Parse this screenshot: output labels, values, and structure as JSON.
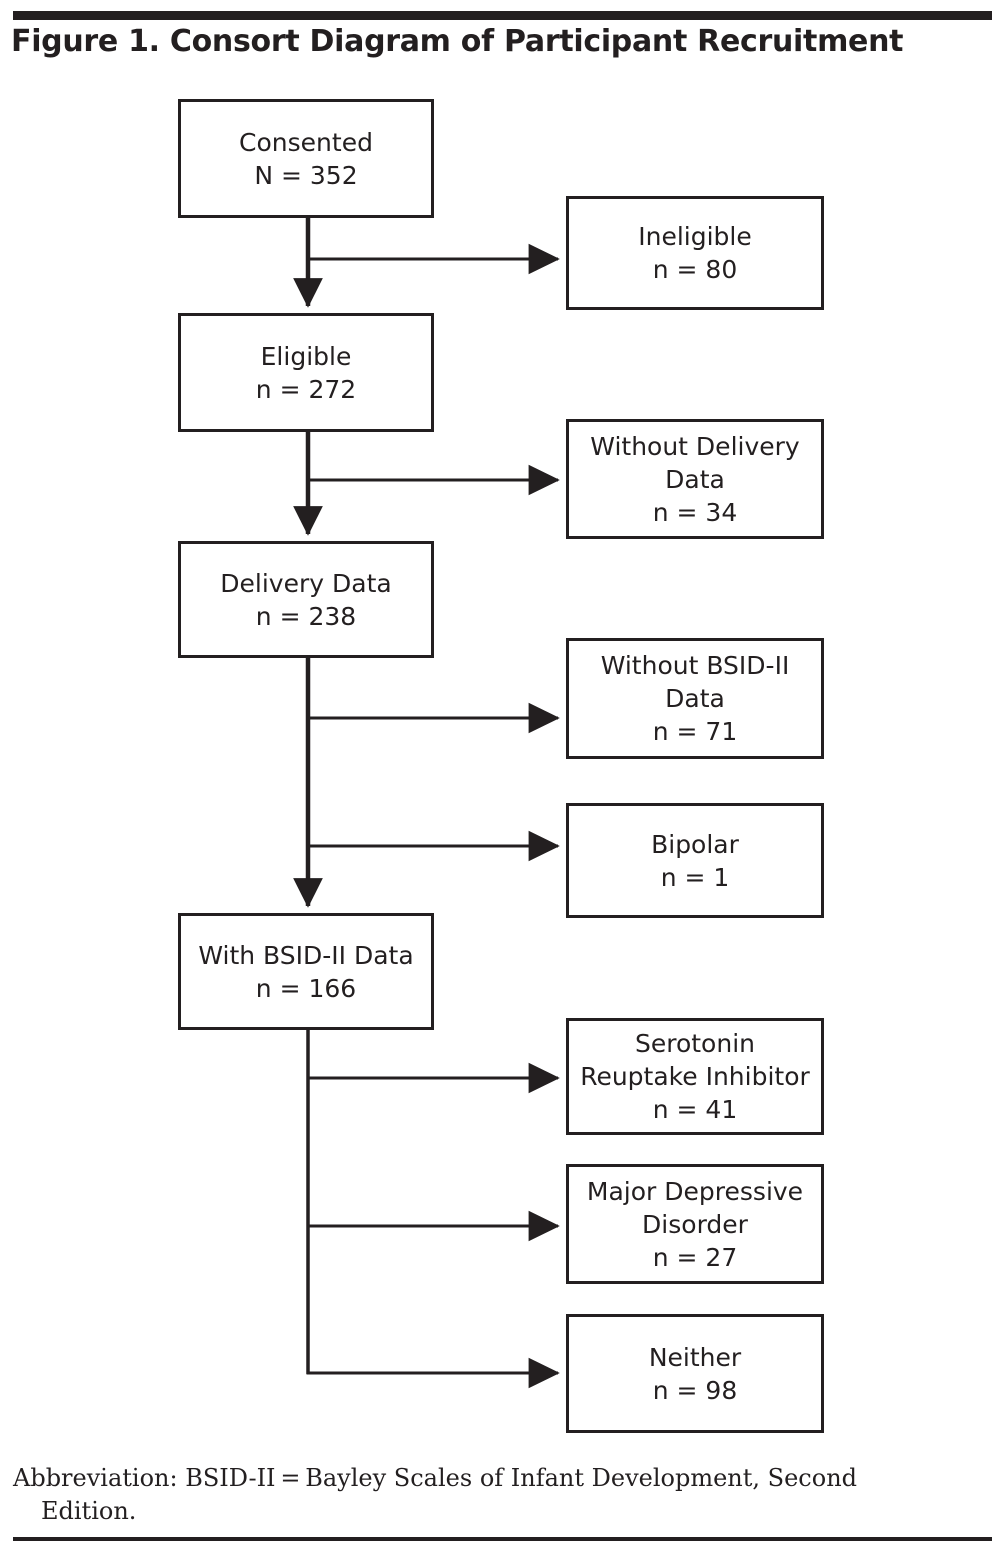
{
  "figure": {
    "title": "Figure 1. Consort Diagram of Participant Recruitment",
    "footnote_main": "Abbreviation: BSID-II = Bayley Scales of Infant Development, Second",
    "footnote_cont": "Edition."
  },
  "colors": {
    "ink": "#231f20",
    "box_fill": "#ffffff",
    "page": "#ffffff"
  },
  "chart_data": {
    "type": "diagram",
    "title": "Consort Diagram of Participant Recruitment",
    "nodes": [
      {
        "id": "consented",
        "label": "Consented",
        "count_label": "N = 352",
        "n": 352,
        "column": "main"
      },
      {
        "id": "ineligible",
        "label": "Ineligible",
        "count_label": "n = 80",
        "n": 80,
        "column": "side"
      },
      {
        "id": "eligible",
        "label": "Eligible",
        "count_label": "n = 272",
        "n": 272,
        "column": "main"
      },
      {
        "id": "nodelivery",
        "label": "Without Delivery",
        "label2": "Data",
        "count_label": "n = 34",
        "n": 34,
        "column": "side"
      },
      {
        "id": "delivery",
        "label": "Delivery Data",
        "count_label": "n = 238",
        "n": 238,
        "column": "main"
      },
      {
        "id": "nobsid",
        "label": "Without BSID-II",
        "label2": "Data",
        "count_label": "n = 71",
        "n": 71,
        "column": "side"
      },
      {
        "id": "bipolar",
        "label": "Bipolar",
        "count_label": "n = 1",
        "n": 1,
        "column": "side"
      },
      {
        "id": "withbsid",
        "label": "With BSID-II Data",
        "count_label": "n = 166",
        "n": 166,
        "column": "main"
      },
      {
        "id": "sri",
        "label": "Serotonin",
        "label2": "Reuptake Inhibitor",
        "count_label": "n = 41",
        "n": 41,
        "column": "side"
      },
      {
        "id": "mdd",
        "label": "Major Depressive",
        "label2": "Disorder",
        "count_label": "n = 27",
        "n": 27,
        "column": "side"
      },
      {
        "id": "neither",
        "label": "Neither",
        "count_label": "n = 98",
        "n": 98,
        "column": "side"
      }
    ],
    "edges": [
      {
        "from": "consented",
        "to": "ineligible",
        "kind": "branch"
      },
      {
        "from": "consented",
        "to": "eligible",
        "kind": "flow"
      },
      {
        "from": "eligible",
        "to": "nodelivery",
        "kind": "branch"
      },
      {
        "from": "eligible",
        "to": "delivery",
        "kind": "flow"
      },
      {
        "from": "delivery",
        "to": "nobsid",
        "kind": "branch"
      },
      {
        "from": "delivery",
        "to": "bipolar",
        "kind": "branch"
      },
      {
        "from": "delivery",
        "to": "withbsid",
        "kind": "flow"
      },
      {
        "from": "withbsid",
        "to": "sri",
        "kind": "branch"
      },
      {
        "from": "withbsid",
        "to": "mdd",
        "kind": "branch"
      },
      {
        "from": "withbsid",
        "to": "neither",
        "kind": "branch"
      }
    ]
  }
}
